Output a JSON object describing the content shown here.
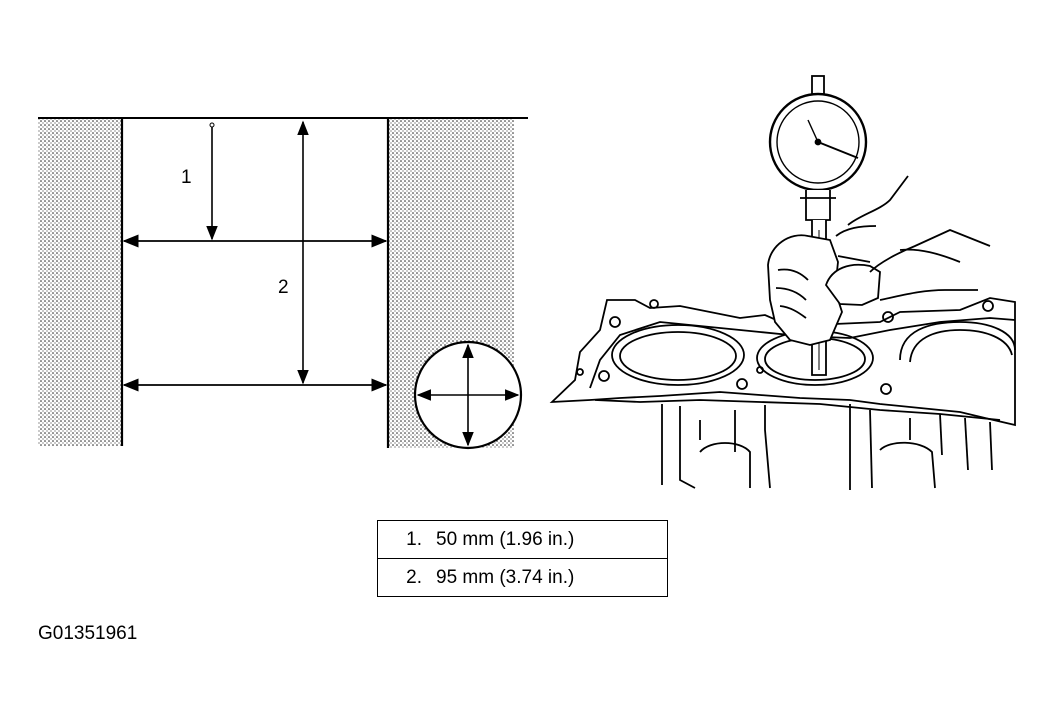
{
  "figure": {
    "id": "G01351961",
    "callouts": {
      "one": "1",
      "two": "2"
    },
    "specs": [
      {
        "num": "1.",
        "value": "50 mm (1.96 in.)"
      },
      {
        "num": "2.",
        "value": "95 mm (3.74 in.)"
      }
    ]
  }
}
